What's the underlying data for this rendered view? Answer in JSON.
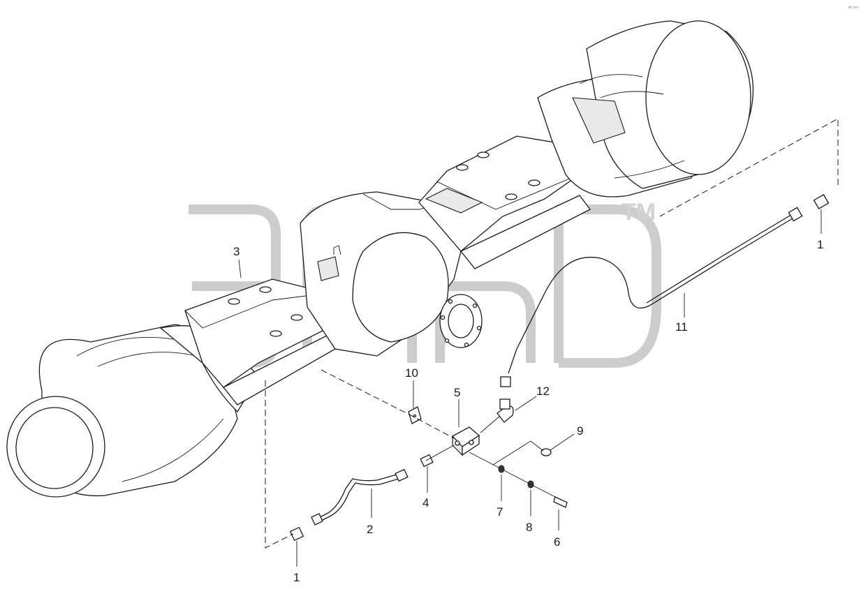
{
  "diagram": {
    "corner_mark": "ᴍᴾ ᴅɪᴀ",
    "watermark_tm": "TM",
    "callouts": [
      {
        "id": "c1a",
        "text": "1"
      },
      {
        "id": "c1b",
        "text": "1"
      },
      {
        "id": "c2",
        "text": "2"
      },
      {
        "id": "c3",
        "text": "3"
      },
      {
        "id": "c4",
        "text": "4"
      },
      {
        "id": "c5",
        "text": "5"
      },
      {
        "id": "c6",
        "text": "6"
      },
      {
        "id": "c7",
        "text": "7"
      },
      {
        "id": "c8",
        "text": "8"
      },
      {
        "id": "c9",
        "text": "9"
      },
      {
        "id": "c10",
        "text": "10"
      },
      {
        "id": "c11",
        "text": "11"
      },
      {
        "id": "c12",
        "text": "12"
      }
    ]
  }
}
